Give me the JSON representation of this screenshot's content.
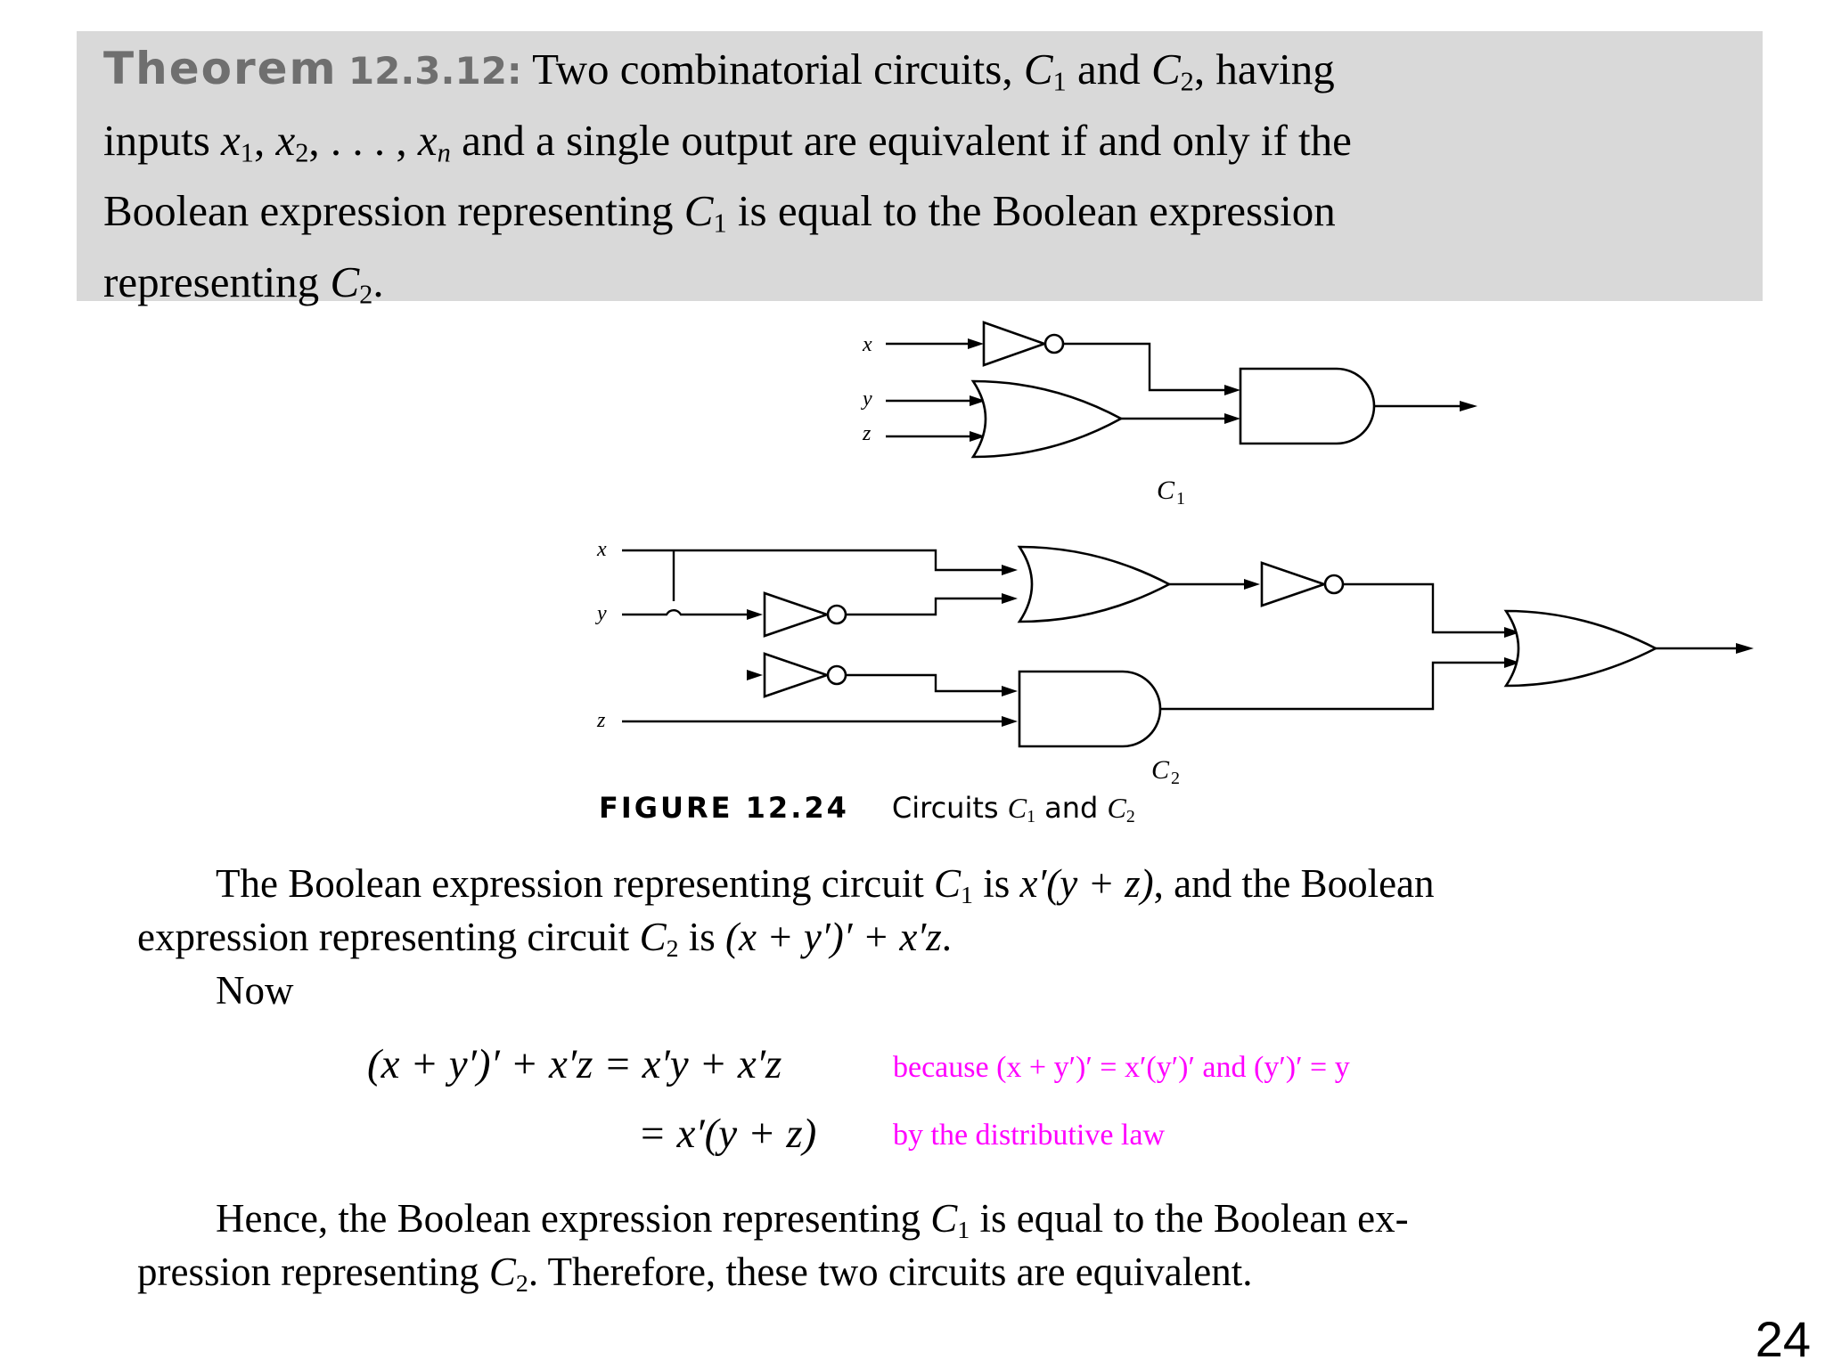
{
  "theorem": {
    "label": "Theorem",
    "number": "12.3.12:",
    "l1_a": "Two combinatorial circuits, ",
    "C": "C",
    "s1": "1",
    "s2": "2",
    "and": " and ",
    "l1_b": ", having",
    "l2_a": "inputs ",
    "x": "x",
    "comma": ", ",
    "dots": ". . . ,",
    "n": "n",
    "l2_b": " and a single output are equivalent if and only if the",
    "l3_a": "Boolean expression representing ",
    "l3_b": " is equal to the Boolean expression",
    "l4_a": "representing ",
    "period": "."
  },
  "figure": {
    "inputs": {
      "x": "x",
      "y": "y",
      "z": "z"
    },
    "c1_label": "C",
    "c1_sub": "1",
    "c2_label": "C",
    "c2_sub": "2",
    "caption_number": "FIGURE 12.24",
    "caption_text": "Circuits ",
    "caption_and": " and "
  },
  "body": {
    "p1_a": "The Boolean expression representing circuit ",
    "p1_b": " is ",
    "expr_c1": "x′(y + z)",
    "p1_c": ", and the Boolean",
    "p2_a": "expression representing circuit ",
    "p2_b": " is ",
    "expr_c2": "(x + y′)′ + x′z",
    "p2_c": ".",
    "now": "Now",
    "eq1": "(x + y′)′ + x′z = x′y + x′z",
    "note1": "because (x + y′)′ = x′(y′)′ and (y′)′ = y",
    "eq2": "= x′(y + z)",
    "note2": "by the distributive law",
    "p3_a": "Hence, the Boolean expression representing ",
    "p3_b": " is equal to the Boolean ex-",
    "p4_a": "pression representing ",
    "p4_b": ". Therefore, these two circuits are equivalent."
  },
  "page_number": "24",
  "colors": {
    "theorem_background": "#d9d9d9",
    "annotation": "#ff00ff",
    "theorem_label": "#6f6f6f"
  }
}
